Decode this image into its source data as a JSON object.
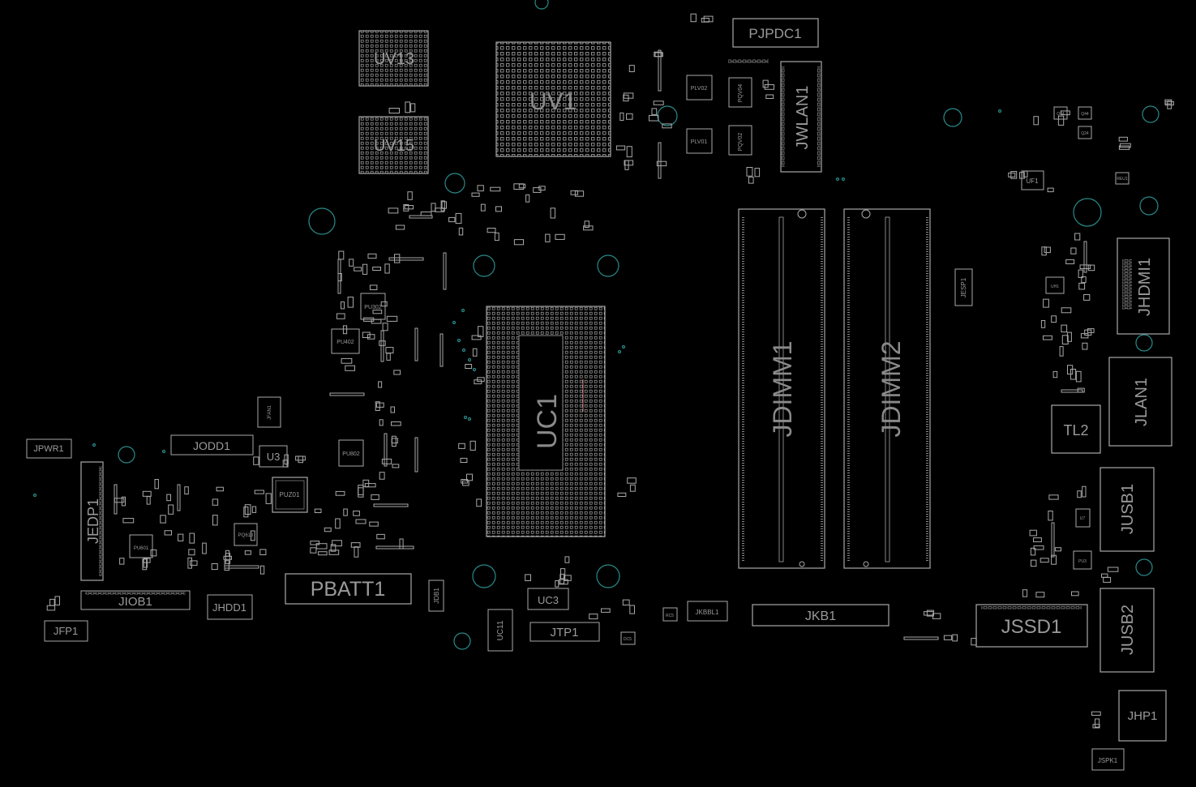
{
  "colors": {
    "background": "#000000",
    "outline": "#9a9a9a",
    "label": "#9a9a9a",
    "via": "#2a8a8a",
    "pin": "#b8b8b8",
    "accent_trace": "#c07070"
  },
  "components": {
    "uv13": "UV13",
    "uv15": "UV15",
    "uv1": "UV1",
    "pjpdc1": "PJPDC1",
    "jwlan1": "JWLAN1",
    "plv02": "PLV02",
    "plv01": "PLV01",
    "pqv04": "PQV04",
    "pqv02": "PQV02",
    "uc1": "UC1",
    "jdimm1": "JDIMM1",
    "jdimm2": "JDIMM2",
    "jesp1": "JESP1",
    "jhdmi1": "JHDMI1",
    "jlan1": "JLAN1",
    "tl2": "TL2",
    "jusb1": "JUSB1",
    "jusb2": "JUSB2",
    "jssd1": "JSSD1",
    "jhp1": "JHP1",
    "jspk1": "JSPK1",
    "jkb1": "JKB1",
    "jkbbl1": "JKBBL1",
    "uc3": "UC3",
    "jtp1": "JTP1",
    "uc11": "UC11",
    "pbatt1": "PBATT1",
    "jiob1": "JIOB1",
    "jhdd1": "JHDD1",
    "jfp1": "JFP1",
    "jedp1": "JEDP1",
    "jpwr1": "JPWR1",
    "jodd1": "JODD1",
    "u3": "U3",
    "jfan1": "JFAN1",
    "puz01": "PUZ01",
    "pu601": "PU601",
    "pu402": "PU402",
    "pu302": "PU302",
    "pu802": "PU802",
    "pq613": "PQ613",
    "jdb1": "JDB1",
    "uf1": "UF1",
    "uh1": "UH1",
    "q34": "Q34",
    "q44": "Q44",
    "q24": "Q24",
    "reu1": "REU1",
    "rc5": "RC5",
    "dc5": "DC5",
    "u7": "U7",
    "pu3": "PU3"
  }
}
